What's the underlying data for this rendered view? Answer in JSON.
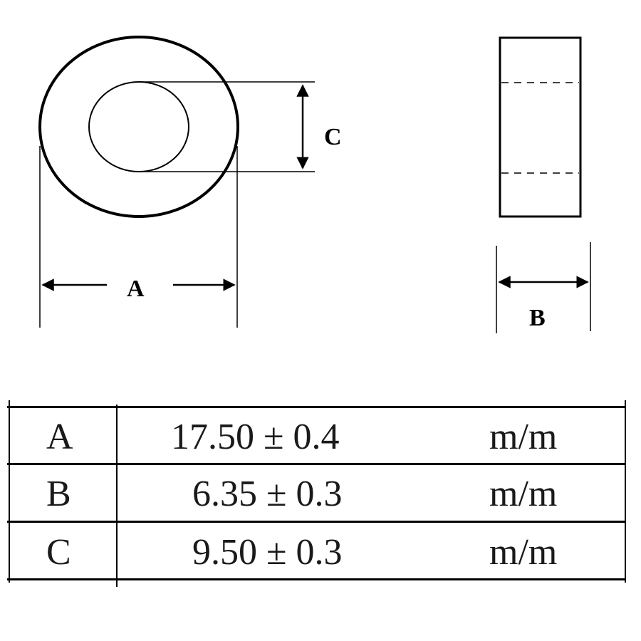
{
  "diagram": {
    "labels": {
      "a": "A",
      "b": "B",
      "c": "C"
    }
  },
  "table": {
    "rows": [
      {
        "dimension": "A",
        "value": "17.50 ± 0.4",
        "unit": "m/m"
      },
      {
        "dimension": "B",
        "value": "6.35 ± 0.3",
        "unit": "m/m"
      },
      {
        "dimension": "C",
        "value": "9.50 ± 0.3",
        "unit": "m/m"
      }
    ]
  }
}
